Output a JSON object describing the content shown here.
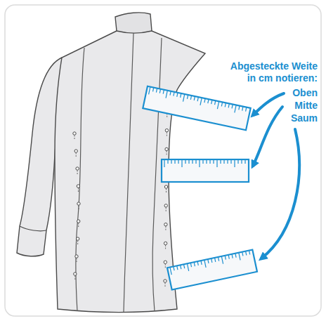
{
  "diagram": {
    "labels": [
      "Abgesteckte Weite in cm notieren:",
      "Oben",
      "Mitte",
      "Saum"
    ]
  }
}
